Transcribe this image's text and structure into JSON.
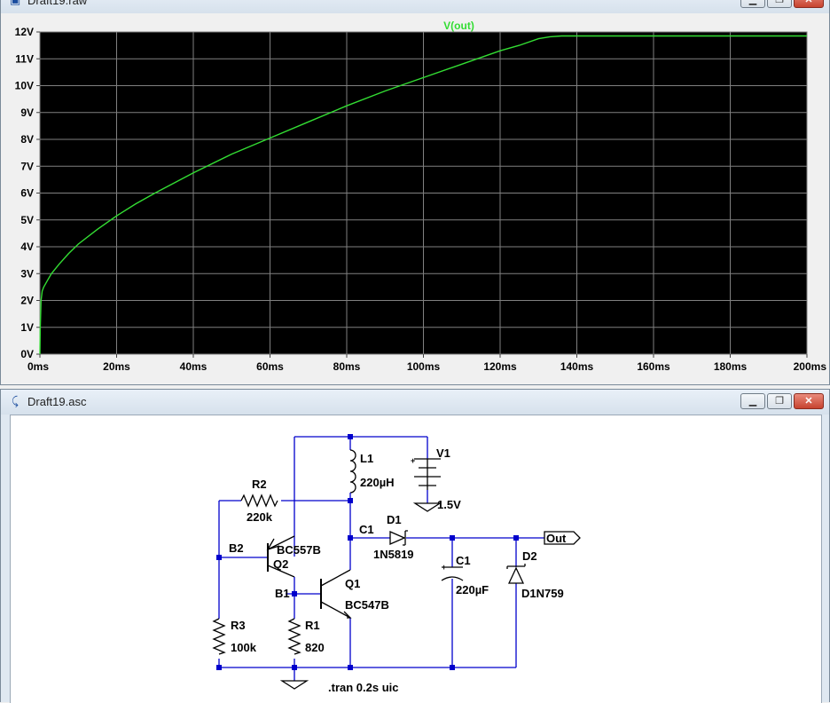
{
  "waveform_window": {
    "title": "Draft19.raw",
    "icon": "waveform-icon"
  },
  "schematic_window": {
    "title": "Draft19.asc",
    "icon": "schematic-icon"
  },
  "window_buttons": {
    "minimize": "minimize-icon",
    "restore": "restore-icon",
    "close": "close-icon"
  },
  "chart_data": {
    "type": "line",
    "title": "V(out)",
    "xlabel": "",
    "ylabel": "",
    "xlim": [
      0,
      200
    ],
    "ylim": [
      0,
      12
    ],
    "x_ticks": [
      "0ms",
      "20ms",
      "40ms",
      "60ms",
      "80ms",
      "100ms",
      "120ms",
      "140ms",
      "160ms",
      "180ms",
      "200ms"
    ],
    "y_ticks": [
      "0V",
      "1V",
      "2V",
      "3V",
      "4V",
      "5V",
      "6V",
      "7V",
      "8V",
      "9V",
      "10V",
      "11V",
      "12V"
    ],
    "grid": true,
    "background": "#000000",
    "series": [
      {
        "name": "V(out)",
        "color": "#33dd33",
        "x": [
          0,
          0.1,
          0.3,
          0.6,
          1,
          2,
          3,
          5,
          7.5,
          10,
          15,
          20,
          25,
          30,
          40,
          50,
          60,
          70,
          80,
          90,
          100,
          110,
          120,
          125,
          130,
          133,
          136,
          140,
          160,
          180,
          200
        ],
        "y": [
          0,
          1.0,
          2.0,
          2.35,
          2.5,
          2.75,
          3.0,
          3.35,
          3.75,
          4.1,
          4.65,
          5.15,
          5.6,
          6.0,
          6.75,
          7.45,
          8.05,
          8.65,
          9.25,
          9.8,
          10.3,
          10.8,
          11.3,
          11.5,
          11.75,
          11.82,
          11.85,
          11.85,
          11.85,
          11.85,
          11.85
        ]
      }
    ]
  },
  "schematic": {
    "labels": {
      "l1": "L1",
      "l1_value": "220µH",
      "v1": "V1",
      "v1_value": "1.5V",
      "r2": "R2",
      "r2_value": "220k",
      "c1_net": "C1",
      "d1": "D1",
      "d1_value": "1N5819",
      "b2": "B2",
      "q2_model": "BC557B",
      "q2": "Q2",
      "b1": "B1",
      "q1": "Q1",
      "q1_model": "BC547B",
      "c1": "C1",
      "c1_value": "220µF",
      "d2": "D2",
      "d2_value": "D1N759",
      "out": "Out",
      "r3": "R3",
      "r3_value": "100k",
      "r1": "R1",
      "r1_value": "820",
      "directive": ".tran 0.2s uic"
    }
  }
}
